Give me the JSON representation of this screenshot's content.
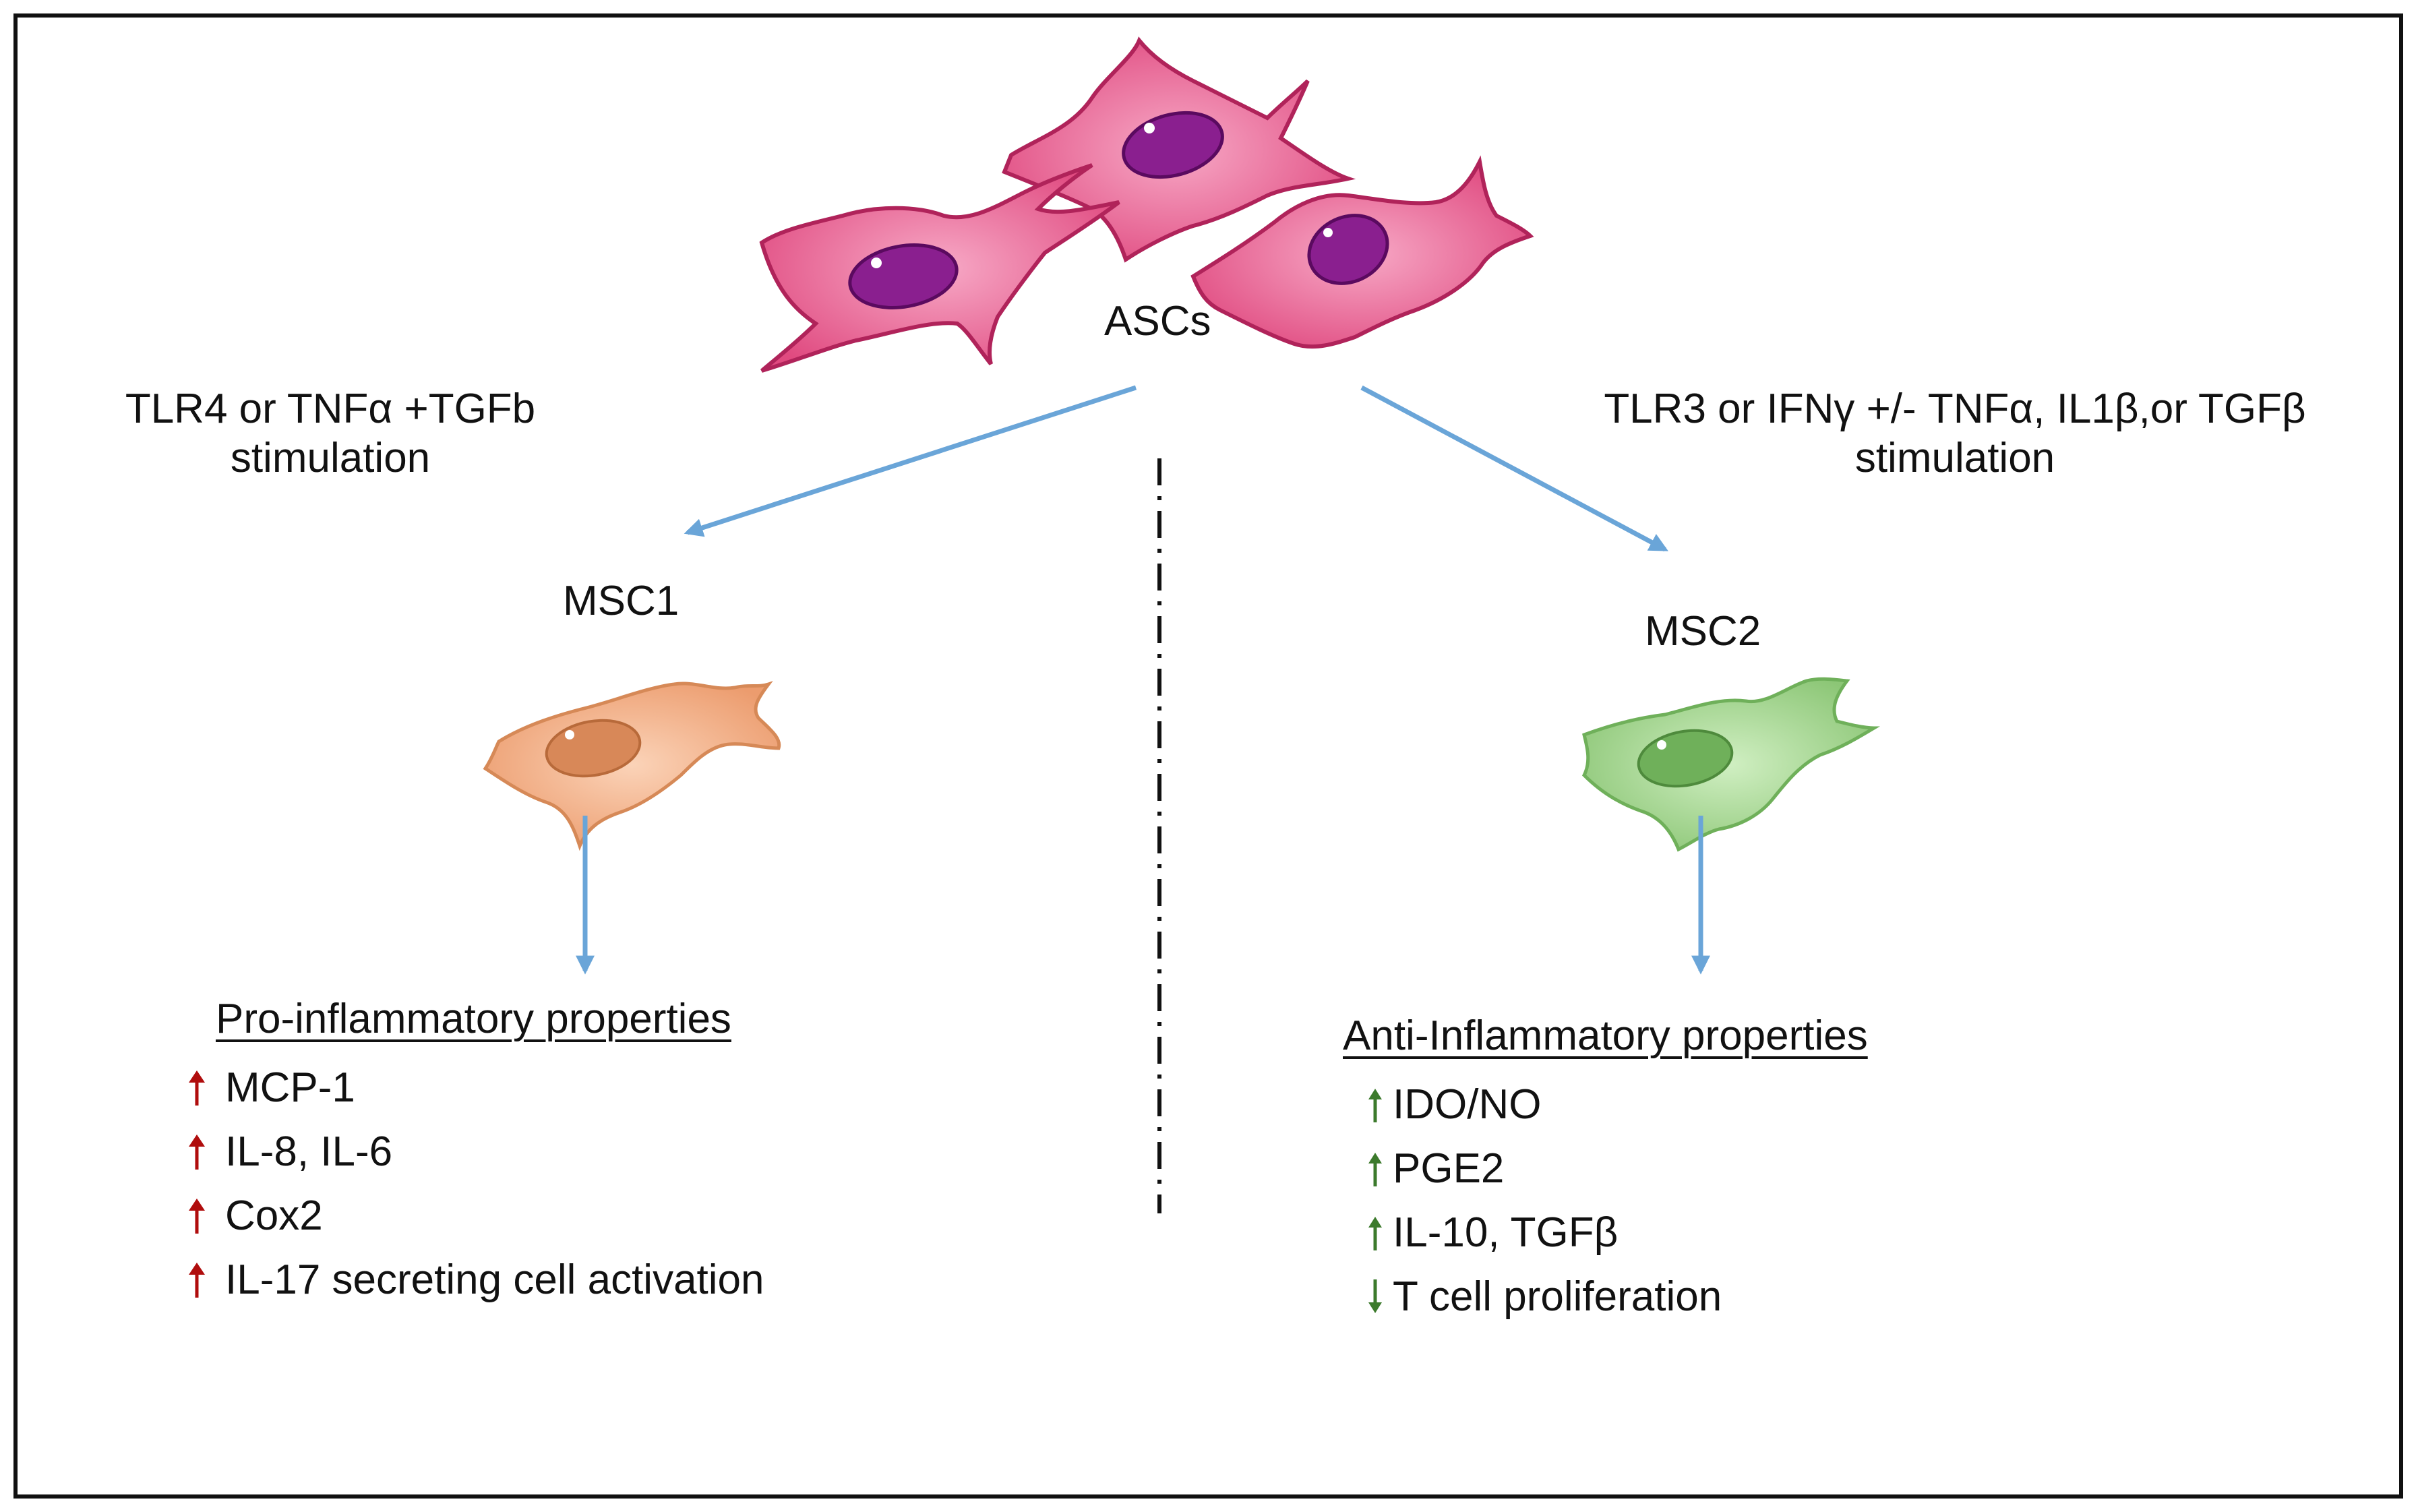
{
  "top_cells": {
    "label": "ASCs"
  },
  "left_branch": {
    "stimulus_line1": "TLR4 or  TNFα +TGFb",
    "stimulus_line2": "stimulation",
    "cell_label": "MSC1",
    "properties_heading": "Pro-inflammatory properties",
    "items": [
      {
        "text": "MCP-1",
        "direction": "up"
      },
      {
        "text": "IL-8, IL-6",
        "direction": "up"
      },
      {
        "text": "Cox2",
        "direction": "up"
      },
      {
        "text": "IL-17 secreting cell activation",
        "direction": "up"
      }
    ]
  },
  "right_branch": {
    "stimulus_line1": "TLR3 or IFNγ +/- TNFα, IL1β,or TGFβ",
    "stimulus_line2": "stimulation",
    "cell_label": "MSC2",
    "properties_heading": "Anti-Inflammatory properties",
    "items": [
      {
        "text": "IDO/NO",
        "direction": "up"
      },
      {
        "text": "PGE2",
        "direction": "up"
      },
      {
        "text": "IL-10, TGFβ",
        "direction": "up"
      },
      {
        "text": "T cell proliferation",
        "direction": "down"
      }
    ]
  },
  "colors": {
    "asc_cell": "#e85a8c",
    "asc_nucleus": "#8a1f8f",
    "msc1_cell": "#f0aa82",
    "msc1_nucleus": "#d07a48",
    "msc2_cell": "#9fd38a",
    "msc2_nucleus": "#5ea04a",
    "flow_arrow": "#6aa5d8",
    "pro_marker": "#b00d0d",
    "anti_marker": "#3c7a2c"
  },
  "icons": {
    "cell": "mesenchymal-stem-cell-icon",
    "up": "arrow-up-icon",
    "down": "arrow-down-icon"
  }
}
